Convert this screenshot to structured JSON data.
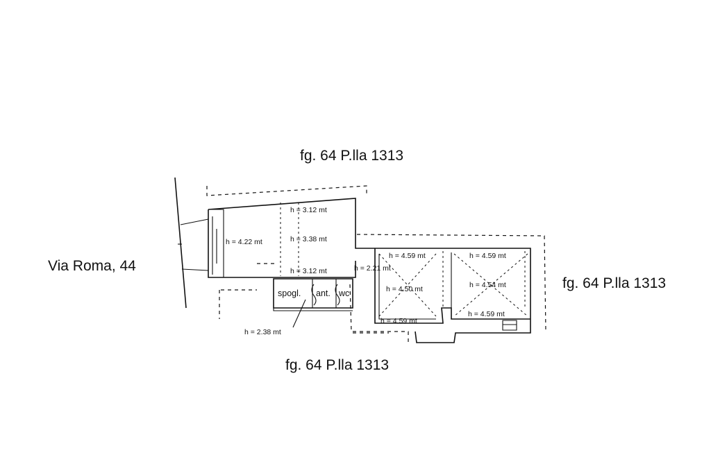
{
  "labels": {
    "parcel_top": "fg. 64 P.lla 1313",
    "parcel_right": "fg. 64 P.lla 1313",
    "parcel_bottom": "fg. 64 P.lla 1313",
    "street": "Via Roma, 44"
  },
  "heights": {
    "h1": "h = 3.12 mt",
    "h2": "h = 4.22 mt",
    "h3": "h = 3.38 mt",
    "h4": "h = 3.12 mt",
    "h5": "h = 2.21 mt",
    "h6": "h = 4.59 mt",
    "h7": "h = 4.59 mt",
    "h8": "h = 4.50 mt",
    "h9": "h = 4.54 mt",
    "h10": "h = 4.59 mt",
    "h11": "h = 4.59 mt",
    "h12": "h = 2.38 mt"
  },
  "rooms": {
    "spogl": "spogl.",
    "ant": "ant.",
    "wc": "wc"
  }
}
